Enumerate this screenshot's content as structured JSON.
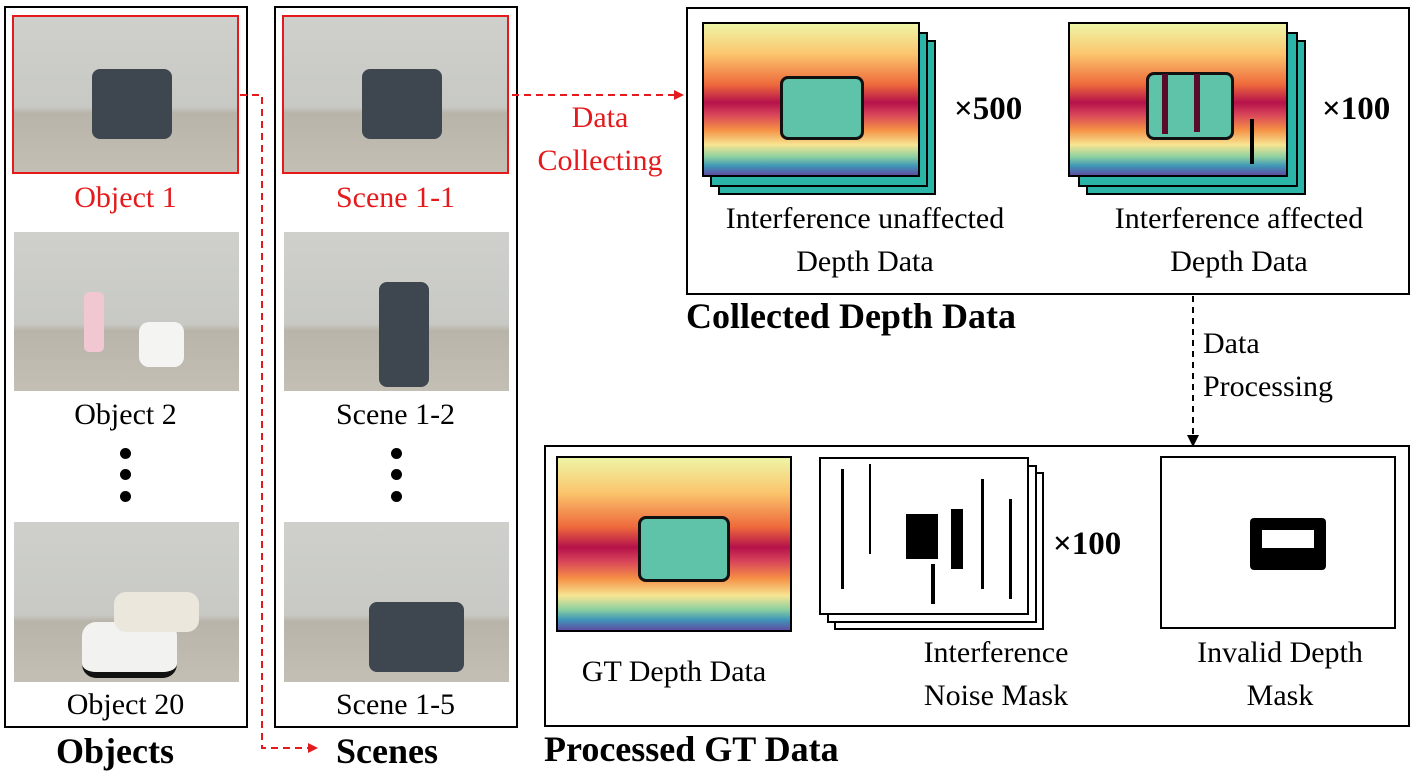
{
  "objects": {
    "title": "Objects",
    "items": [
      {
        "label": "Object 1",
        "selected": true
      },
      {
        "label": "Object 2",
        "selected": false
      },
      {
        "label": "Object 20",
        "selected": false
      }
    ]
  },
  "scenes": {
    "title": "Scenes",
    "items": [
      {
        "label": "Scene 1-1",
        "selected": true
      },
      {
        "label": "Scene 1-2",
        "selected": false
      },
      {
        "label": "Scene 1-5",
        "selected": false
      }
    ]
  },
  "arrows": {
    "collect_line1": "Data",
    "collect_line2": "Collecting",
    "process_line1": "Data",
    "process_line2": "Processing"
  },
  "collected": {
    "title": "Collected Depth Data",
    "unaffected": {
      "line1": "Interference unaffected",
      "line2": "Depth Data",
      "multiplier": "×500"
    },
    "affected": {
      "line1": "Interference affected",
      "line2": "Depth Data",
      "multiplier": "×100"
    }
  },
  "processed": {
    "title": "Processed GT Data",
    "gt": {
      "label": "GT Depth Data"
    },
    "noise": {
      "line1": "Interference",
      "line2": "Noise Mask",
      "multiplier": "×100"
    },
    "invalid": {
      "line1": "Invalid Depth",
      "line2": "Mask"
    }
  },
  "colors": {
    "highlight": "#e41a1c",
    "stroke": "#000000"
  }
}
